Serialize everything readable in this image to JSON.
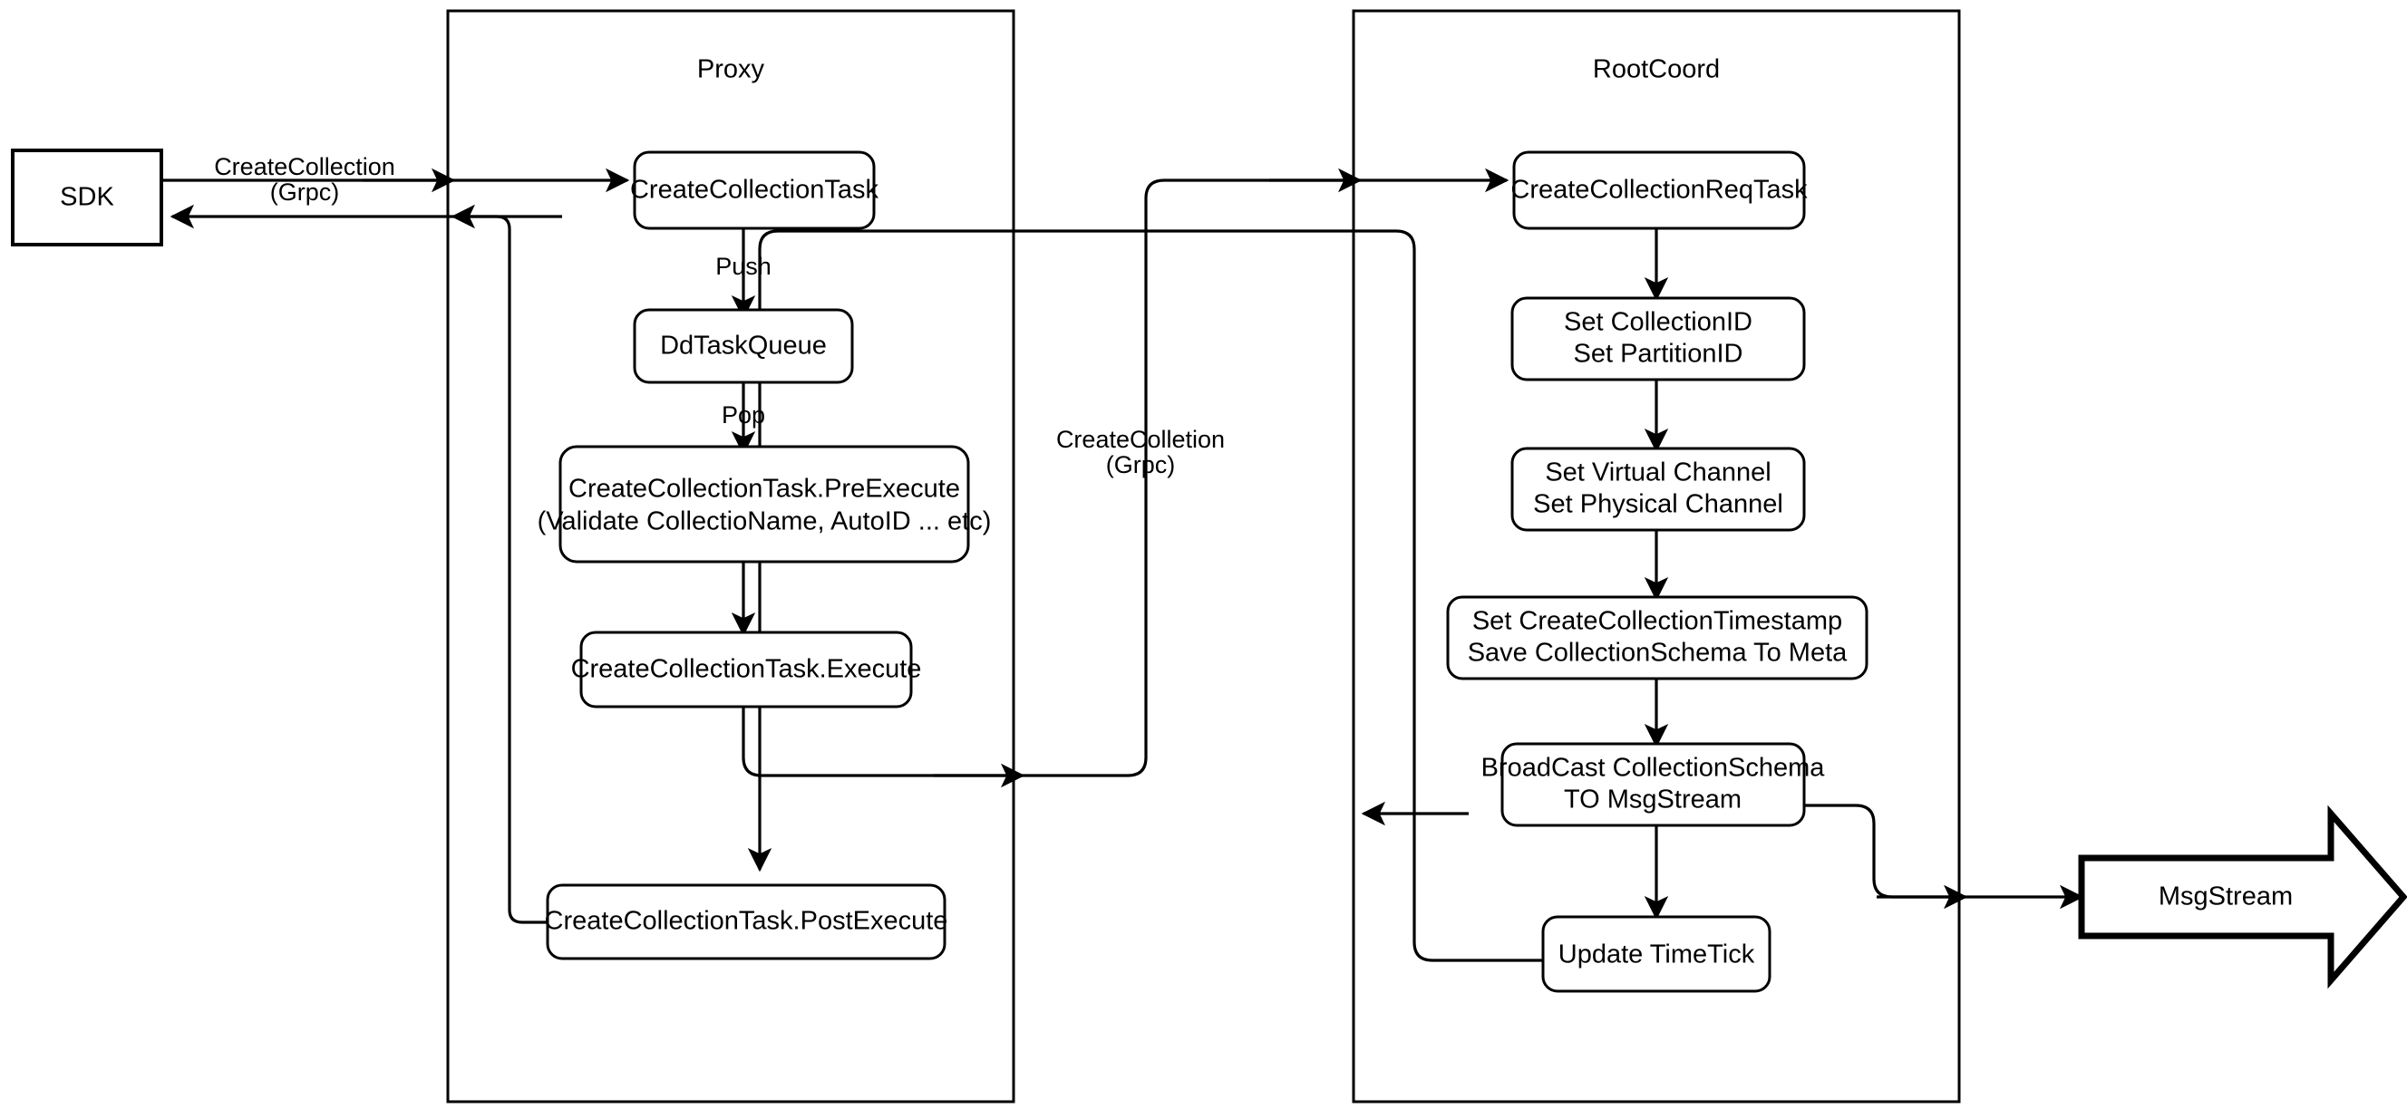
{
  "diagram": {
    "title": "Milvus CreateCollection Flow",
    "background_color": "#ffffff",
    "stroke_color": "#000000"
  },
  "external": {
    "sdk": {
      "label": "SDK"
    },
    "msgstream": {
      "label": "MsgStream"
    }
  },
  "containers": [
    {
      "id": "proxy",
      "title": "Proxy"
    },
    {
      "id": "rootcoord",
      "title": "RootCoord"
    }
  ],
  "proxy_nodes": [
    {
      "id": "create-collection-task",
      "label": "CreateCollectionTask"
    },
    {
      "id": "dd-task-queue",
      "label": "DdTaskQueue"
    },
    {
      "id": "pre-execute",
      "line1": "CreateCollectionTask.PreExecute",
      "line2": "(Validate CollectioName, AutoID ... etc)"
    },
    {
      "id": "execute",
      "label": "CreateCollectionTask.Execute"
    },
    {
      "id": "post-execute",
      "label": "CreateCollectionTask.PostExecute"
    }
  ],
  "rootcoord_nodes": [
    {
      "id": "create-collection-req-task",
      "label": "CreateCollectionReqTask"
    },
    {
      "id": "set-ids",
      "line1": "Set CollectionID",
      "line2": "Set PartitionID"
    },
    {
      "id": "set-channels",
      "line1": "Set Virtual Channel",
      "line2": "Set Physical Channel"
    },
    {
      "id": "save-meta",
      "line1": "Set CreateCollectionTimestamp",
      "line2": "Save CollectionSchema To Meta"
    },
    {
      "id": "broadcast",
      "line1": "BroadCast CollectionSchema",
      "line2": "TO MsgStream"
    },
    {
      "id": "update-timetick",
      "label": "Update TimeTick"
    }
  ],
  "edge_labels": {
    "sdk_to_proxy_line1": "CreateCollection",
    "sdk_to_proxy_line2": "(Grpc)",
    "push": "Push",
    "pop": "Pop",
    "proxy_to_rootcoord_line1": "CreateColletion",
    "proxy_to_rootcoord_line2": "(Grpc)"
  }
}
